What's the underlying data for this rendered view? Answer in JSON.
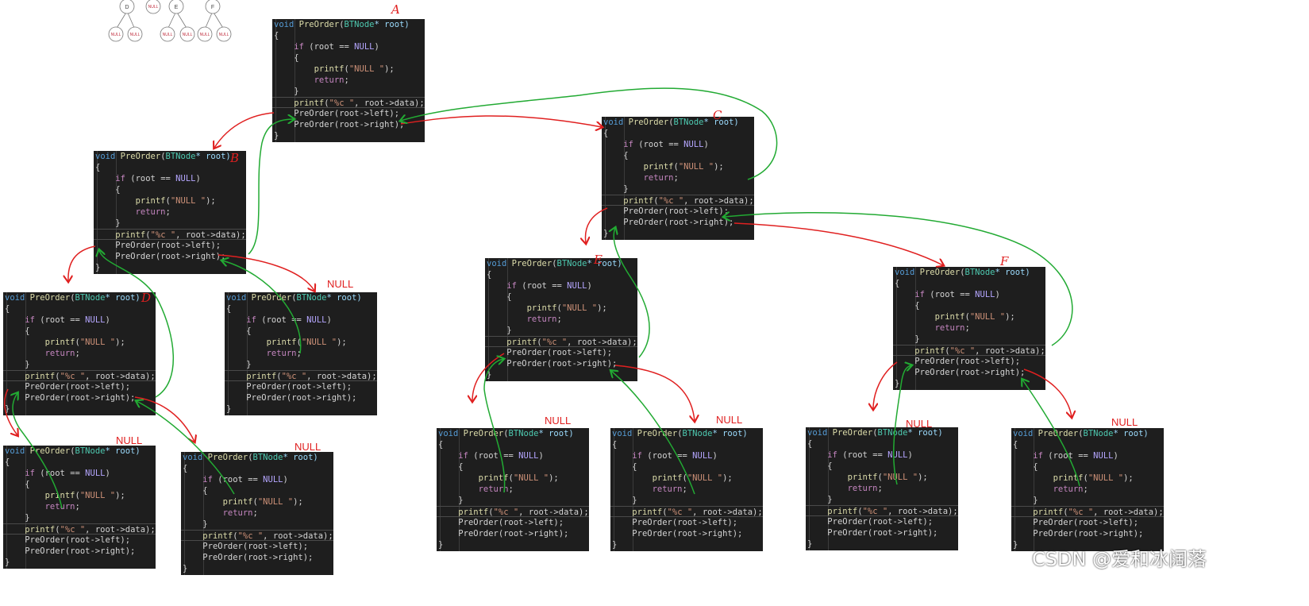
{
  "code": {
    "l1": {
      "kw": "void",
      "fn": "PreOrder",
      "ty": "BTNode",
      "rest": "* root)"
    },
    "l2": "{",
    "l3": {
      "ctl": "if",
      "a": " (root == ",
      "cst": "NULL",
      "b": ")"
    },
    "l4": "{",
    "l5": {
      "fn": "printf",
      "a": "(",
      "str": "\"NULL \"",
      "b": ");"
    },
    "l6": {
      "ctl": "return",
      "b": ";"
    },
    "l7": "}",
    "l8": {
      "fn": "printf",
      "a": "(",
      "str": "\"%c \"",
      "b": ", root->data);"
    },
    "l9": "PreOrder(root->left);",
    "l10": "PreOrder(root->right);",
    "l11": "}"
  },
  "tree_nodes": {
    "D": "D",
    "NULL": "NULL",
    "E": "E",
    "F": "F",
    "leaf1": "NULL",
    "leaf2": "NULL",
    "leaf3": "NULL",
    "leaf4": "NULL",
    "leaf5": "NULL",
    "leaf6": "NULL"
  },
  "annotations": {
    "A": "A",
    "B": "B",
    "C": "C",
    "D": "D",
    "E": "E",
    "F": "F",
    "null_label": "NULL"
  },
  "watermark": "CSDN @爱和冰阔落",
  "colors": {
    "panel_bg": "#1e1e1e",
    "call_arrow": "#e02020",
    "return_arrow": "#22aa33"
  }
}
